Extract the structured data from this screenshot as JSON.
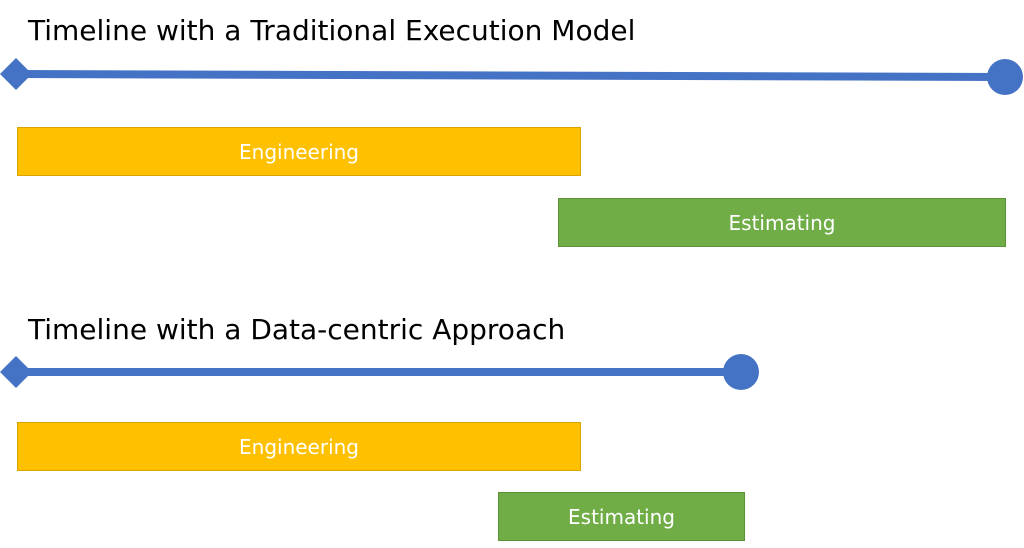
{
  "colors": {
    "timeline": "#4472C4",
    "engineering": "#FFC000",
    "estimating": "#70AD47",
    "label_text": "#FFFFFF"
  },
  "traditional": {
    "title": "Timeline with a Traditional Execution Model",
    "engineering_label": "Engineering",
    "estimating_label": "Estimating"
  },
  "data_centric": {
    "title": "Timeline with a Data-centric Approach",
    "engineering_label": "Engineering",
    "estimating_label": "Estimating"
  }
}
